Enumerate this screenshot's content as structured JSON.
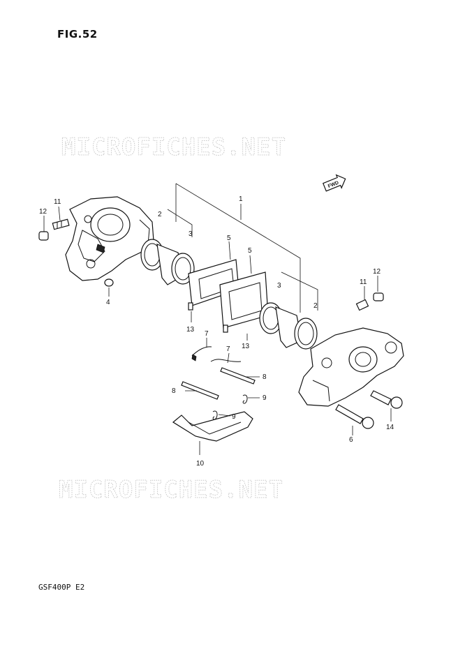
{
  "figure": {
    "title": "FIG.52",
    "model_code": "GSF400P E2",
    "watermark": "MICROFICHES.NET",
    "fwd_label": "FWD"
  },
  "callouts": {
    "c1": "1",
    "c2_left": "2",
    "c2_right": "2",
    "c3_left": "3",
    "c3_right": "3",
    "c4": "4",
    "c5_left": "5",
    "c5_right": "5",
    "c6": "6",
    "c7_left": "7",
    "c7_right": "7",
    "c8_left": "8",
    "c8_right": "8",
    "c9_left": "9",
    "c9_right": "9",
    "c10": "10",
    "c11_left": "11",
    "c11_right": "11",
    "c12_left": "12",
    "c12_right": "12",
    "c13_left": "13",
    "c13_right": "13",
    "c14": "14"
  }
}
